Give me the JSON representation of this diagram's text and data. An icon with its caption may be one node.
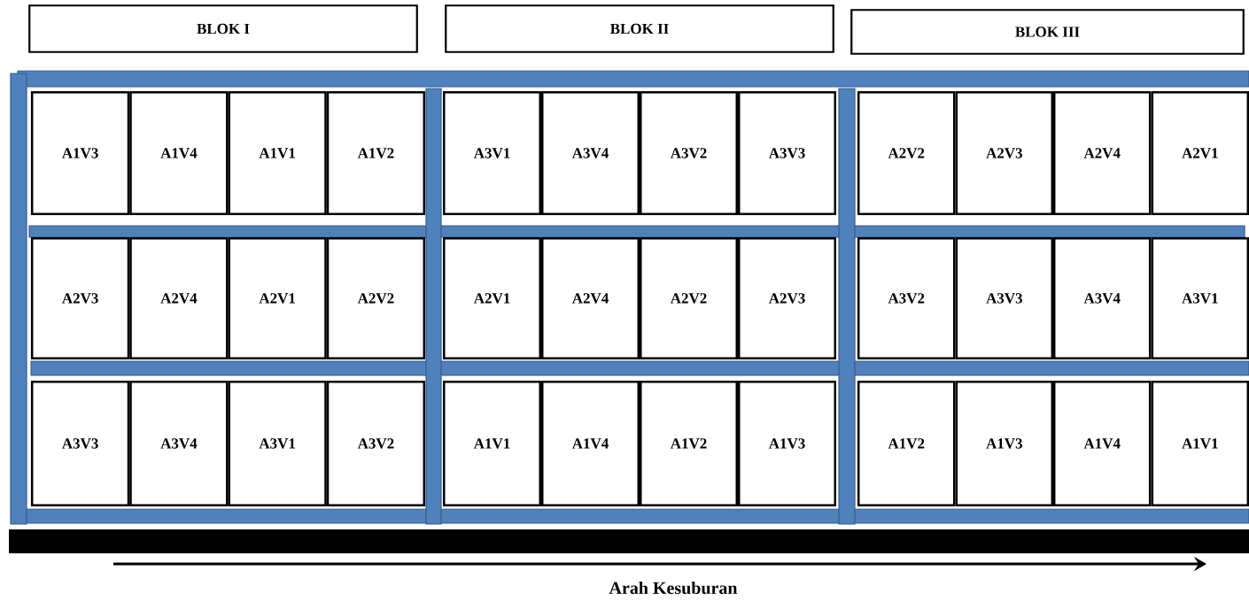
{
  "diagram": {
    "nodes": [
      {
        "text": [
          "BLOK I"
        ]
      },
      {
        "text": [
          "BLOK II"
        ]
      },
      {
        "text": [
          "BLOK III"
        ]
      },
      {
        "text": [
          "A1V3"
        ]
      },
      {
        "text": [
          "A1V4"
        ]
      },
      {
        "text": [
          "A1V1"
        ]
      },
      {
        "text": [
          "A1V2"
        ]
      },
      {
        "text": [
          "A3V1"
        ]
      },
      {
        "text": [
          "A3V4"
        ]
      },
      {
        "text": [
          "A3V2"
        ]
      },
      {
        "text": [
          "A3V3"
        ]
      },
      {
        "text": [
          "A2V2"
        ]
      },
      {
        "text": [
          "A2V3"
        ]
      },
      {
        "text": [
          "A2V4"
        ]
      },
      {
        "text": [
          "A2V1"
        ]
      },
      {
        "text": [
          "A2V3"
        ]
      },
      {
        "text": [
          "A2V4"
        ]
      },
      {
        "text": [
          "A2V1"
        ]
      },
      {
        "text": [
          "A2V2"
        ]
      },
      {
        "text": [
          "A2V1"
        ]
      },
      {
        "text": [
          "A2V4"
        ]
      },
      {
        "text": [
          "A2V2"
        ]
      },
      {
        "text": [
          "A2V3"
        ]
      },
      {
        "text": [
          "A3V2"
        ]
      },
      {
        "text": [
          "A3V3"
        ]
      },
      {
        "text": [
          "A3V4"
        ]
      },
      {
        "text": [
          "A3V1"
        ]
      },
      {
        "text": [
          "A3V3"
        ]
      },
      {
        "text": [
          "A3V4"
        ]
      },
      {
        "text": [
          "A3V1"
        ]
      },
      {
        "text": [
          "A3V2"
        ]
      },
      {
        "text": [
          "A1V1"
        ]
      },
      {
        "text": [
          "A1V4"
        ]
      },
      {
        "text": [
          "A1V2"
        ]
      },
      {
        "text": [
          "A1V3"
        ]
      },
      {
        "text": [
          "A1V2"
        ]
      },
      {
        "text": [
          "A1V3"
        ]
      },
      {
        "text": [
          "A1V4"
        ]
      },
      {
        "text": [
          "A1V1"
        ]
      },
      {
        "text": [],
        "shape": "bar"
      }
    ],
    "labels": [
      "Arah Kesuburan"
    ]
  }
}
